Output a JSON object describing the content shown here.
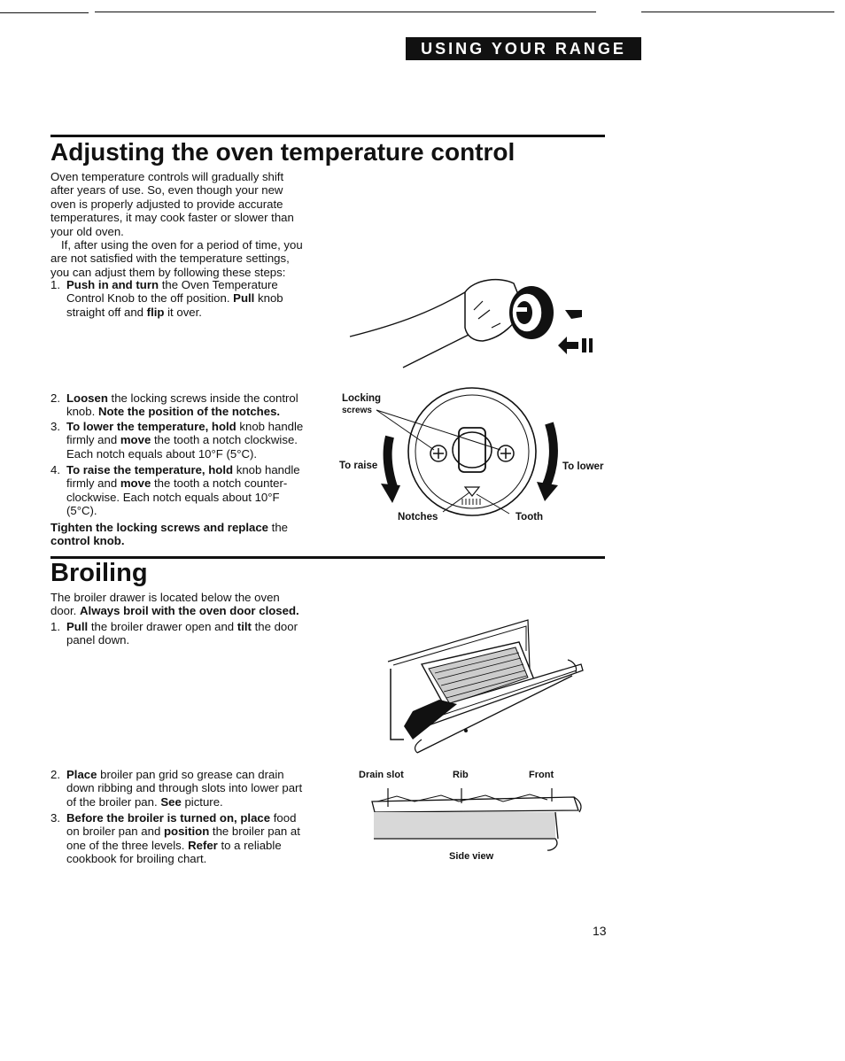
{
  "header": {
    "section_tab": "USING YOUR RANGE"
  },
  "section1": {
    "title": "Adjusting the oven temperature control",
    "intro_p1": [
      "Oven temperature controls will gradually shift",
      "after years of use. So, even though your new",
      "oven is properly adjusted to provide accurate",
      "temperatures, it may cook faster or slower than",
      "your old oven."
    ],
    "intro_p2": [
      "If, after using the oven for a period of time, you",
      "are not satisfied with the temperature settings,",
      "you can adjust them by following these steps:"
    ],
    "steps": [
      {
        "num": "1.",
        "bold": "Push in and turn",
        "rest": " the Oven Temperature",
        "lines": [
          "Control Knob to the off position. ",
          "straight off and "
        ],
        "bold_pull": "Pull",
        "after_pull": " knob",
        "bold_flip": "flip",
        "after_flip": " it over."
      },
      {
        "num": "2.",
        "bold": "Loosen",
        "rest": " the locking screws inside the control",
        "line2_pre": "knob. ",
        "line2_bold": "Note the position of the notches."
      },
      {
        "num": "3.",
        "bold": "To lower the temperature, hold",
        "rest": " knob handle",
        "line2_pre": "firmly and ",
        "line2_bold": "move",
        "line2_post": " the tooth a notch clockwise.",
        "line3": "Each notch equals about 10°F (5°C)."
      },
      {
        "num": "4.",
        "bold": "To raise the temperature, hold",
        "rest": " knob handle",
        "line2_pre": "firmly and ",
        "line2_bold": "move",
        "line2_post": " the tooth a notch counter-",
        "line3": "clockwise. Each notch equals about 10°F",
        "line4": "(5°C)."
      }
    ],
    "closing_bold": "Tighten the locking screws and replace",
    "closing_rest": " the",
    "closing_line2": "control knob.",
    "diagram_labels": {
      "locking": "Locking",
      "screws": "screws",
      "to_raise": "To raise",
      "to_lower": "To lower",
      "notches": "Notches",
      "tooth": "Tooth"
    }
  },
  "section2": {
    "title": "Broiling",
    "intro_line1": "The broiler drawer is located below the oven",
    "intro_line2_pre": "door. ",
    "intro_line2_bold": "Always broil with the oven door closed.",
    "step1_num": "1.",
    "step1_bold": "Pull",
    "step1_mid": " the broiler drawer open and ",
    "step1_bold2": "tilt",
    "step1_rest": " the door",
    "step1_line2": "panel down.",
    "step2_num": "2.",
    "step2_bold": "Place",
    "step2_rest": " broiler pan grid so grease can drain",
    "step2_line2": "down ribbing and through slots into lower part",
    "step2_line3_pre": "of the broiler pan. ",
    "step2_line3_bold": "See",
    "step2_line3_post": " picture.",
    "step3_num": "3.",
    "step3_bold": "Before the broiler is turned on, place",
    "step3_rest": " food",
    "step3_line2_pre": "on broiler pan and ",
    "step3_line2_bold": "position",
    "step3_line2_post": " the broiler pan at",
    "step3_line3_pre": "one of the three levels. ",
    "step3_line3_bold": "Refer",
    "step3_line3_post": " to a reliable",
    "step3_line4": "cookbook for broiling chart.",
    "diagram_labels": {
      "drain_slot": "Drain slot",
      "rib": "Rib",
      "front": "Front",
      "side_view": "Side view"
    }
  },
  "footer": {
    "page_number": "13"
  }
}
